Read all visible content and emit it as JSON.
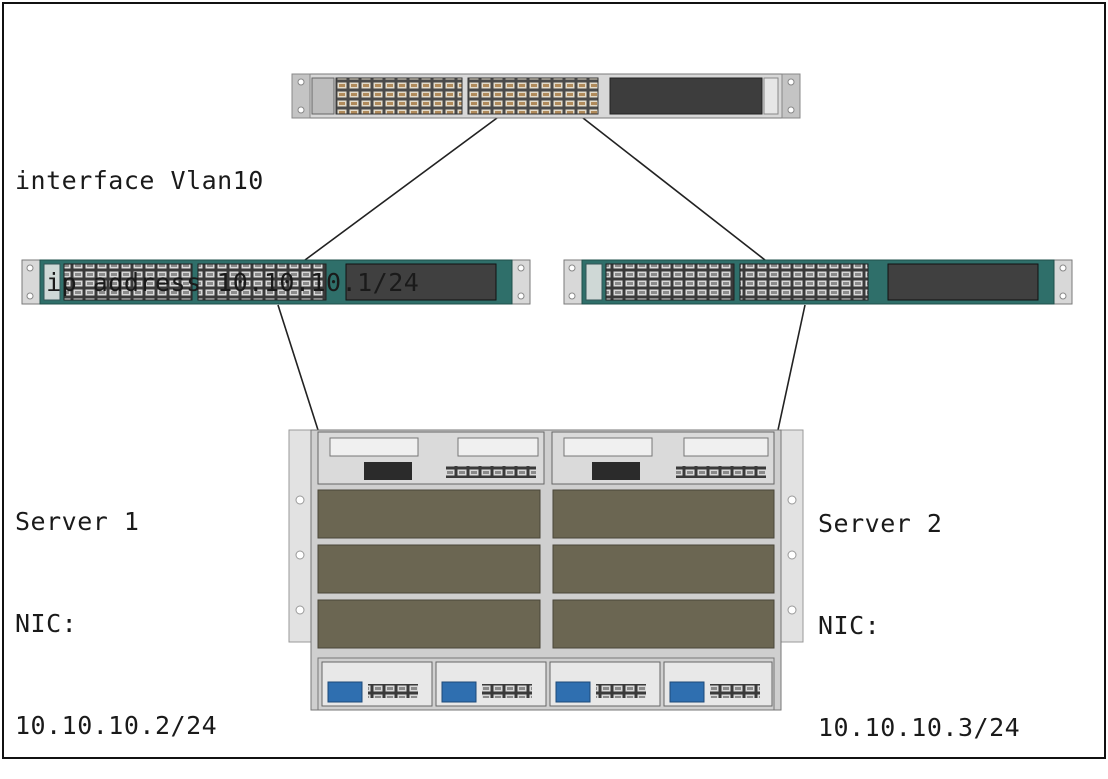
{
  "config_label": {
    "line1": "interface Vlan10",
    "line2": "  ip address 10.10.10.1/24"
  },
  "server1": {
    "name": "Server 1",
    "nic_label": "NIC:",
    "ip": "10.10.10.2/24"
  },
  "server2": {
    "name": "Server 2",
    "nic_label": "NIC:",
    "ip": "10.10.10.3/24"
  },
  "colors": {
    "cable": "#222222",
    "switch_teal": "#2f6f6a",
    "switch_grey": "#c8c8c8",
    "chassis_blade": "#6b6652",
    "drive_blue": "#2f6fb0"
  }
}
